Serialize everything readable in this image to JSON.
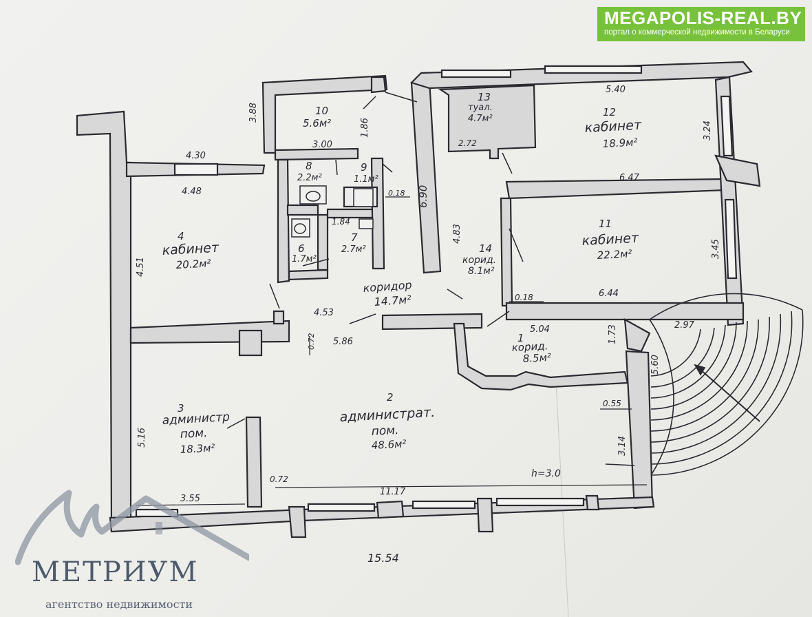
{
  "badge": {
    "site": "MEGAPOLIS-REAL.BY",
    "subtitle": "портал о коммерческой недвижимости в Беларуси",
    "color": "#77c23a"
  },
  "brand": {
    "name": "МЕТРИУМ",
    "tagline": "агентство недвижимости",
    "color": "#4d5a6b"
  },
  "plan": {
    "rooms": [
      {
        "num": "1",
        "name": "корид.",
        "area": "8.5м²"
      },
      {
        "num": "2",
        "name": "администрат. пом.",
        "area": "48.6м²"
      },
      {
        "num": "3",
        "name": "администр. пом.",
        "area": "18.3м²"
      },
      {
        "num": "4",
        "name": "кабинет",
        "area": "20.2м²"
      },
      {
        "num": "6",
        "name": "",
        "area": "1.7м²"
      },
      {
        "num": "7",
        "name": "",
        "area": "2.7м²"
      },
      {
        "num": "8",
        "name": "",
        "area": "2.2м²"
      },
      {
        "num": "9",
        "name": "",
        "area": "1.1м²"
      },
      {
        "num": "10",
        "name": "",
        "area": "5.6м²"
      },
      {
        "num": "11",
        "name": "кабинет",
        "area": "22.2м²"
      },
      {
        "num": "12",
        "name": "кабинет",
        "area": "18.9м²"
      },
      {
        "num": "13",
        "name": "туал.",
        "area": "4.7м²"
      },
      {
        "num": "14",
        "name": "корид.",
        "area": "8.1м²"
      },
      {
        "num": "",
        "name": "коридор",
        "area": "14.7м²"
      }
    ],
    "dimensions": [
      "3.88",
      "4.30",
      "4.48",
      "4.51",
      "5.16",
      "3.00",
      "1.86",
      "0.18",
      "6.90",
      "1.84",
      "4.53",
      "0.72",
      "5.86",
      "2.72",
      "4.83",
      "5.40",
      "3.24",
      "6.47",
      "3.45",
      "6.44",
      "0.18",
      "5.04",
      "1.73",
      "2.97",
      "5.60",
      "0.55",
      "3.14",
      "0.72",
      "11.17",
      "3.55",
      "15.54",
      "h=3.0"
    ]
  }
}
